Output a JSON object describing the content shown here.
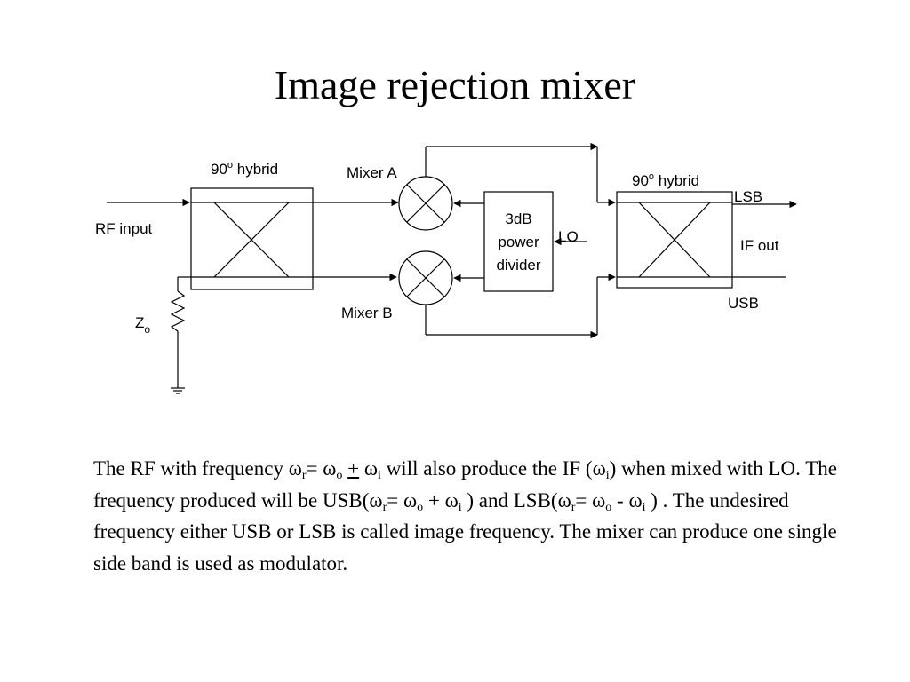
{
  "title": "Image rejection mixer",
  "diagram": {
    "hybrid_left": {
      "number": "90",
      "sup": "o",
      "word": " hybrid"
    },
    "hybrid_right": {
      "number": "90",
      "sup": "o",
      "word": " hybrid"
    },
    "mixer_a": "Mixer A",
    "mixer_b": "Mixer B",
    "divider_line1": "3dB",
    "divider_line2": "power",
    "divider_line3": "divider",
    "lo": "LO",
    "rf_input": "RF input",
    "lsb": "LSB",
    "usb": "USB",
    "if_out": "IF out",
    "z": "Z",
    "z_sub": "o"
  },
  "body": {
    "t1": "The RF with frequency ",
    "omega": "ω",
    "r": "r",
    "eq": "= ",
    "o": "o",
    "pm": "+",
    "i": "i",
    "t2": " will also produce the IF (",
    "t3": ") when mixed with LO. The frequency produced will be USB(",
    "plus": " + ",
    "t4": " ) and LSB(",
    "minus": "  - ",
    "t5": " ) . The undesired frequency either USB or LSB is called image frequency. The mixer can produce one single side band is used as modulator."
  }
}
